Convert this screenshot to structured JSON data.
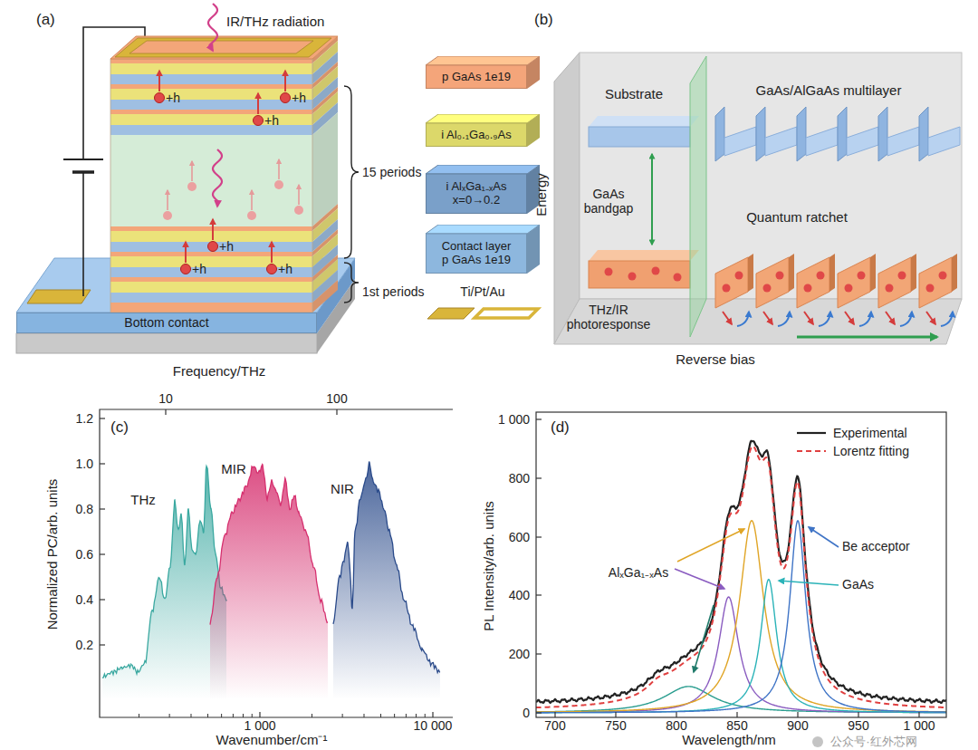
{
  "diagram": {
    "nodes": [
      {
        "text": [
          "p GaAs 1e19"
        ]
      },
      {
        "text": [
          "i Al₀.₁Ga₀.₉As"
        ]
      },
      {
        "text": [
          "i AlₓGa₁₋ₓAs x=0→0.2"
        ]
      },
      {
        "text": [
          "Contact layer p GaAs 1e19"
        ]
      },
      {
        "text": [
          "Bottom contact"
        ]
      }
    ],
    "labels": [
      "(a)",
      "IR/THz radiation",
      "+h",
      "+h",
      "+h",
      "+h",
      "+h",
      "+h",
      "15 periods",
      "1st periods",
      "Ti/Pt/Au",
      "Frequency/THz",
      "(b)",
      "Substrate",
      "GaAs/AlGaAs multilayer",
      "Energy",
      "GaAs bandgap",
      "Quantum ratchet",
      "THz/IR photoresponse",
      "Reverse bias",
      "(c)",
      "10",
      "100",
      "1.2",
      "1.0",
      "0.8",
      "0.6",
      "0.4",
      "0.2",
      "Normalized PC/arb. units",
      "THz",
      "MIR",
      "NIR",
      "1 000",
      "10 000",
      "Wavenumber/cm⁻¹",
      "(d)",
      "1 000",
      "800",
      "600",
      "400",
      "200",
      "0",
      "PL Intensity/arb. units",
      "AlₓGa₁₋ₓAs",
      "GaAs",
      "Be acceptor",
      "700",
      "750",
      "800",
      "850",
      "900",
      "950",
      "1 000",
      "Wavelength/nm",
      "公众号·红外芯网"
    ],
    "legend": [
      {
        "text": "Experimental"
      },
      {
        "text": "Lorentz fitting"
      }
    ]
  }
}
